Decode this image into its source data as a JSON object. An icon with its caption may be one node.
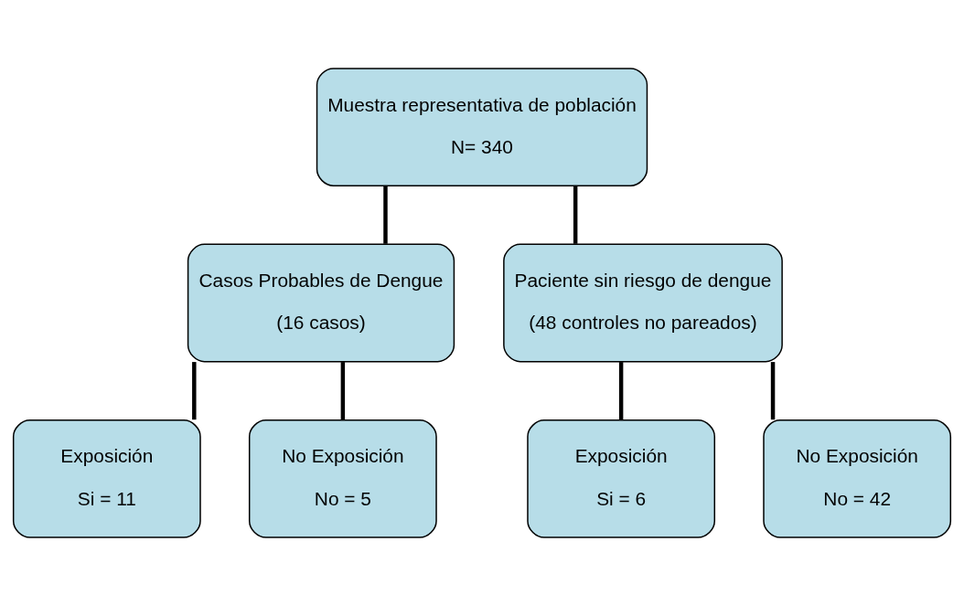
{
  "diagram": {
    "nodes": [
      {
        "text": [
          "Muestra representativa de población",
          "N= 340"
        ]
      },
      {
        "text": [
          "Casos Probables de Dengue",
          "(16 casos)"
        ]
      },
      {
        "text": [
          "Paciente sin riesgo de dengue",
          "(48 controles no pareados)"
        ]
      },
      {
        "text": [
          "Exposición",
          "Si = 11"
        ]
      },
      {
        "text": [
          "No Exposición",
          "No = 5"
        ]
      },
      {
        "text": [
          "Exposición",
          "Si = 6"
        ]
      },
      {
        "text": [
          "No Exposición",
          "No = 42"
        ]
      }
    ],
    "edges": [
      {
        "from": 0,
        "to": 1,
        "arrow": "none"
      },
      {
        "from": 0,
        "to": 2,
        "arrow": "none"
      },
      {
        "from": 1,
        "to": 3,
        "arrow": "none"
      },
      {
        "from": 1,
        "to": 4,
        "arrow": "none"
      },
      {
        "from": 2,
        "to": 5,
        "arrow": "none"
      },
      {
        "from": 2,
        "to": 6,
        "arrow": "none"
      }
    ]
  }
}
